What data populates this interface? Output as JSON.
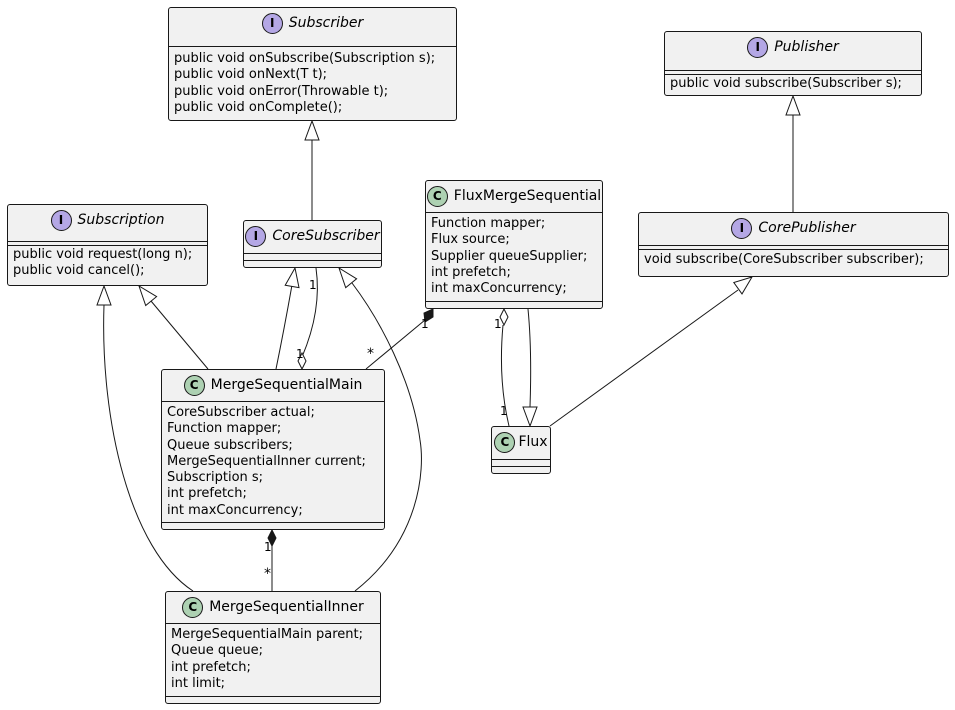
{
  "nodes": {
    "subscriber": {
      "kind": "interface",
      "badge": "I",
      "name": "Subscriber",
      "members": [
        "public void onSubscribe(Subscription s);",
        "public void onNext(T t);",
        "public void onError(Throwable t);",
        "public void onComplete();"
      ]
    },
    "publisher": {
      "kind": "interface",
      "badge": "I",
      "name": "Publisher",
      "members": [
        "public void subscribe(Subscriber s);"
      ]
    },
    "subscription": {
      "kind": "interface",
      "badge": "I",
      "name": "Subscription",
      "members": [
        "public void request(long n);",
        "public void cancel();"
      ]
    },
    "core_subscriber": {
      "kind": "interface",
      "badge": "I",
      "name": "CoreSubscriber",
      "members": []
    },
    "flux_merge_sequential": {
      "kind": "class",
      "badge": "C",
      "name": "FluxMergeSequential",
      "members": [
        "Function mapper;",
        "Flux source;",
        "Supplier queueSupplier;",
        "int prefetch;",
        "int maxConcurrency;"
      ]
    },
    "core_publisher": {
      "kind": "interface",
      "badge": "I",
      "name": "CorePublisher",
      "members": [
        "void subscribe(CoreSubscriber subscriber);"
      ]
    },
    "merge_sequential_main": {
      "kind": "class",
      "badge": "C",
      "name": "MergeSequentialMain",
      "members": [
        "CoreSubscriber actual;",
        "Function mapper;",
        "Queue subscribers;",
        "MergeSequentialInner current;",
        "Subscription s;",
        "int prefetch;",
        "int maxConcurrency;"
      ]
    },
    "flux": {
      "kind": "class",
      "badge": "C",
      "name": "Flux",
      "members": []
    },
    "merge_sequential_inner": {
      "kind": "class",
      "badge": "C",
      "name": "MergeSequentialInner",
      "members": [
        "MergeSequentialMain parent;",
        "Queue queue;",
        "int prefetch;",
        "int limit;"
      ]
    }
  },
  "relations": [
    {
      "from": "core_subscriber",
      "to": "subscriber",
      "type": "extends"
    },
    {
      "from": "core_publisher",
      "to": "publisher",
      "type": "extends"
    },
    {
      "from": "merge_sequential_main",
      "to": "subscription",
      "type": "implements"
    },
    {
      "from": "merge_sequential_main",
      "to": "core_subscriber",
      "type": "implements"
    },
    {
      "from": "merge_sequential_main",
      "to": "core_subscriber",
      "type": "aggregation",
      "from_mult": "1",
      "to_mult": "1"
    },
    {
      "from": "flux_merge_sequential",
      "to": "merge_sequential_main",
      "type": "composition",
      "from_mult": "1",
      "to_mult": "*"
    },
    {
      "from": "flux_merge_sequential",
      "to": "flux",
      "type": "aggregation",
      "from_mult": "1",
      "to_mult": "1"
    },
    {
      "from": "flux_merge_sequential",
      "to": "flux",
      "type": "extends"
    },
    {
      "from": "flux",
      "to": "core_publisher",
      "type": "implements"
    },
    {
      "from": "merge_sequential_main",
      "to": "merge_sequential_inner",
      "type": "composition",
      "from_mult": "1",
      "to_mult": "*"
    },
    {
      "from": "merge_sequential_inner",
      "to": "subscription",
      "type": "implements"
    },
    {
      "from": "merge_sequential_inner",
      "to": "core_subscriber",
      "type": "implements"
    }
  ]
}
